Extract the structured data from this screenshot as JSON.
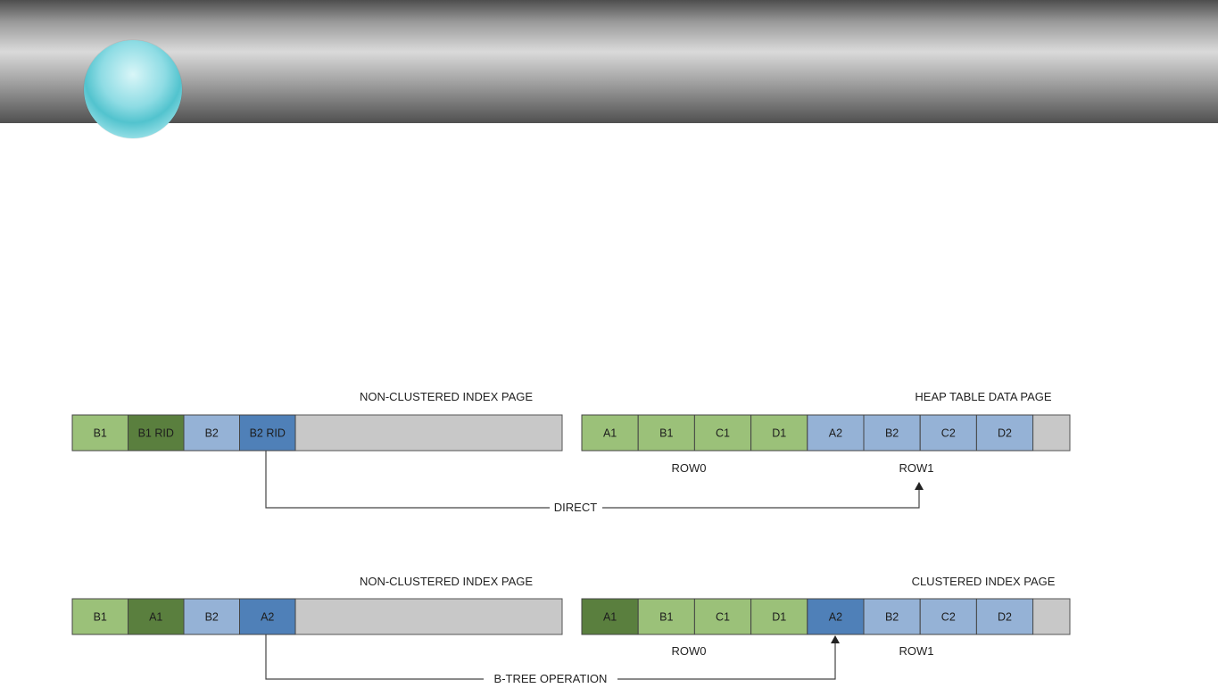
{
  "diagram_top": {
    "left_title": "NON-CLUSTERED INDEX PAGE",
    "right_title": "HEAP TABLE DATA PAGE",
    "left_cells": [
      {
        "label": "B1",
        "color": "#9bc179"
      },
      {
        "label": "B1 RID",
        "color": "#5a7f3e"
      },
      {
        "label": "B2",
        "color": "#95b2d6"
      },
      {
        "label": "B2 RID",
        "color": "#4f80b8"
      }
    ],
    "right_cells": [
      {
        "label": "A1",
        "color": "#9bc179"
      },
      {
        "label": "B1",
        "color": "#9bc179"
      },
      {
        "label": "C1",
        "color": "#9bc179"
      },
      {
        "label": "D1",
        "color": "#9bc179"
      },
      {
        "label": "A2",
        "color": "#95b2d6"
      },
      {
        "label": "B2",
        "color": "#95b2d6"
      },
      {
        "label": "C2",
        "color": "#95b2d6"
      },
      {
        "label": "D2",
        "color": "#95b2d6"
      }
    ],
    "row_labels": [
      "ROW0",
      "ROW1"
    ],
    "arrow_label": "DIRECT"
  },
  "diagram_bottom": {
    "left_title": "NON-CLUSTERED INDEX PAGE",
    "right_title": "CLUSTERED INDEX PAGE",
    "left_cells": [
      {
        "label": "B1",
        "color": "#9bc179"
      },
      {
        "label": "A1",
        "color": "#5a7f3e"
      },
      {
        "label": "B2",
        "color": "#95b2d6"
      },
      {
        "label": "A2",
        "color": "#4f80b8"
      }
    ],
    "right_cells": [
      {
        "label": "A1",
        "color": "#5a7f3e"
      },
      {
        "label": "B1",
        "color": "#9bc179"
      },
      {
        "label": "C1",
        "color": "#9bc179"
      },
      {
        "label": "D1",
        "color": "#9bc179"
      },
      {
        "label": "A2",
        "color": "#4f80b8"
      },
      {
        "label": "B2",
        "color": "#95b2d6"
      },
      {
        "label": "C2",
        "color": "#95b2d6"
      },
      {
        "label": "D2",
        "color": "#95b2d6"
      }
    ],
    "row_labels": [
      "ROW0",
      "ROW1"
    ],
    "arrow_label": "B-TREE OPERATION"
  },
  "colors": {
    "empty_fill": "#c8c8c8",
    "line": "#444444"
  }
}
